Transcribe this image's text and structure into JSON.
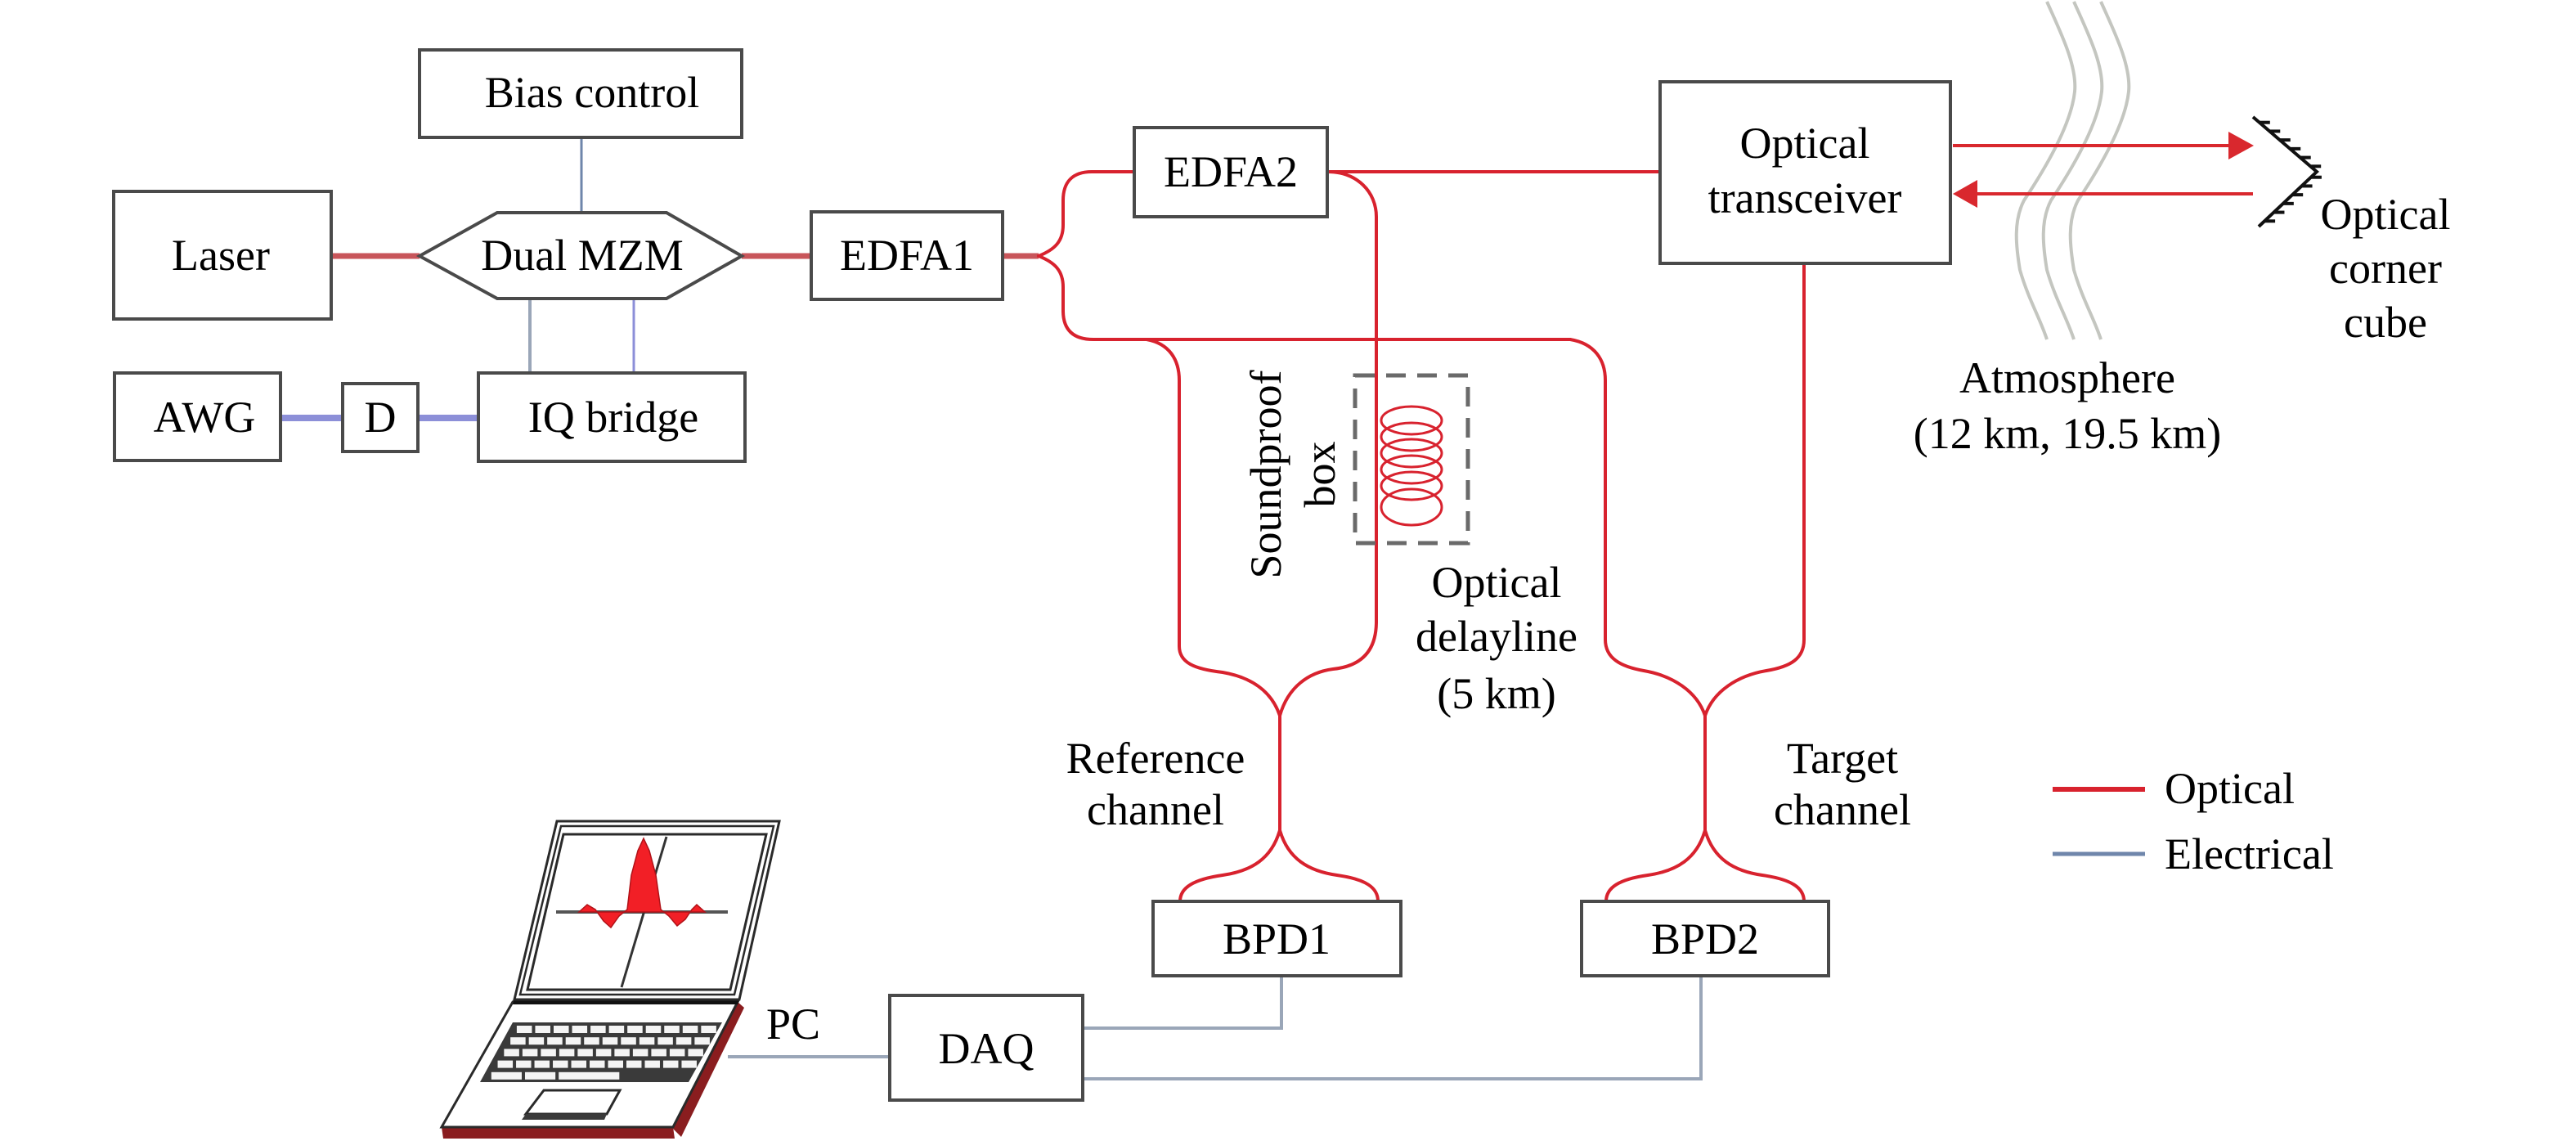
{
  "figure": {
    "type": "block-diagram",
    "subject": "Optical ranging system with reference and target channels"
  },
  "components": {
    "bias_control": "Bias control",
    "laser": "Laser",
    "dual_mzm": "Dual MZM",
    "edfa1": "EDFA1",
    "edfa2": "EDFA2",
    "awg": "AWG",
    "delay": "D",
    "iq_bridge": "IQ bridge",
    "transceiver": [
      "Optical",
      "transceiver"
    ],
    "bpd1": "BPD1",
    "bpd2": "BPD2",
    "daq": "DAQ",
    "pc": "PC"
  },
  "annotations": {
    "corner_cube": [
      "Optical",
      "corner",
      "cube"
    ],
    "atmosphere": [
      "Atmosphere",
      "(12 km, 19.5 km)"
    ],
    "soundproof_box": [
      "Soundproof",
      "box"
    ],
    "delayline": [
      "Optical",
      "delayline",
      "(5 km)"
    ],
    "reference_channel": [
      "Reference",
      "channel"
    ],
    "target_channel": [
      "Target",
      "channel"
    ]
  },
  "legend": [
    {
      "label": "Optical",
      "color": "#d8222e"
    },
    {
      "label": "Electrical",
      "color": "#6f86ab"
    }
  ],
  "colors": {
    "optical": "#d8222e",
    "electrical": "#6f86ab",
    "box_border": "#4a4a4a",
    "atmosphere": "#c4c6c0"
  },
  "icons": {
    "laptop": "laptop-icon",
    "corner_cube": "corner-cube-reflector-icon",
    "fiber_coil": "fiber-coil-icon"
  }
}
